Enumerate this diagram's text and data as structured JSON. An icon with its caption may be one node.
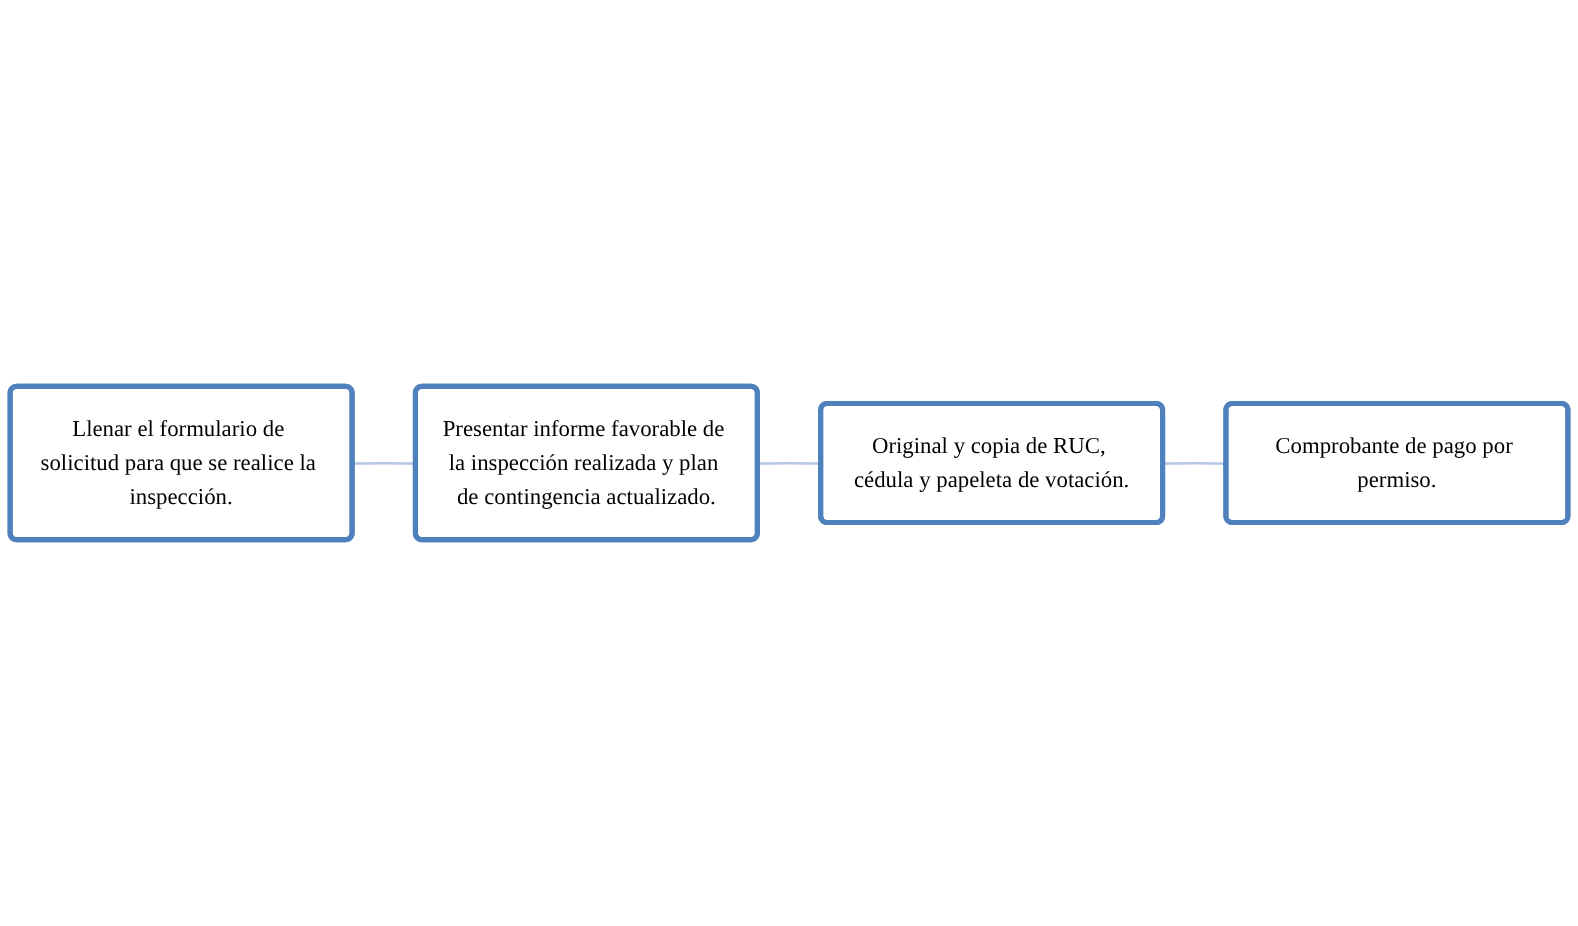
{
  "diagram": {
    "nodes": [
      {
        "text": [
          "Llenar el formulario de solicitud para que se realice la inspección."
        ]
      },
      {
        "text": [
          "Comprobante de pago por permiso."
        ]
      },
      {
        "text": [
          "Presentar informe favorable de la inspección realizada y plan de contingencia actualizado."
        ]
      },
      {
        "text": [
          "Original y copia de RUC, cédula y papeleta de votación."
        ]
      }
    ],
    "edges": [
      {
        "from": 0,
        "to": 2,
        "arrow": "none"
      },
      {
        "from": 2,
        "to": 3,
        "arrow": "none"
      },
      {
        "from": 3,
        "to": 1,
        "arrow": "none"
      }
    ]
  }
}
